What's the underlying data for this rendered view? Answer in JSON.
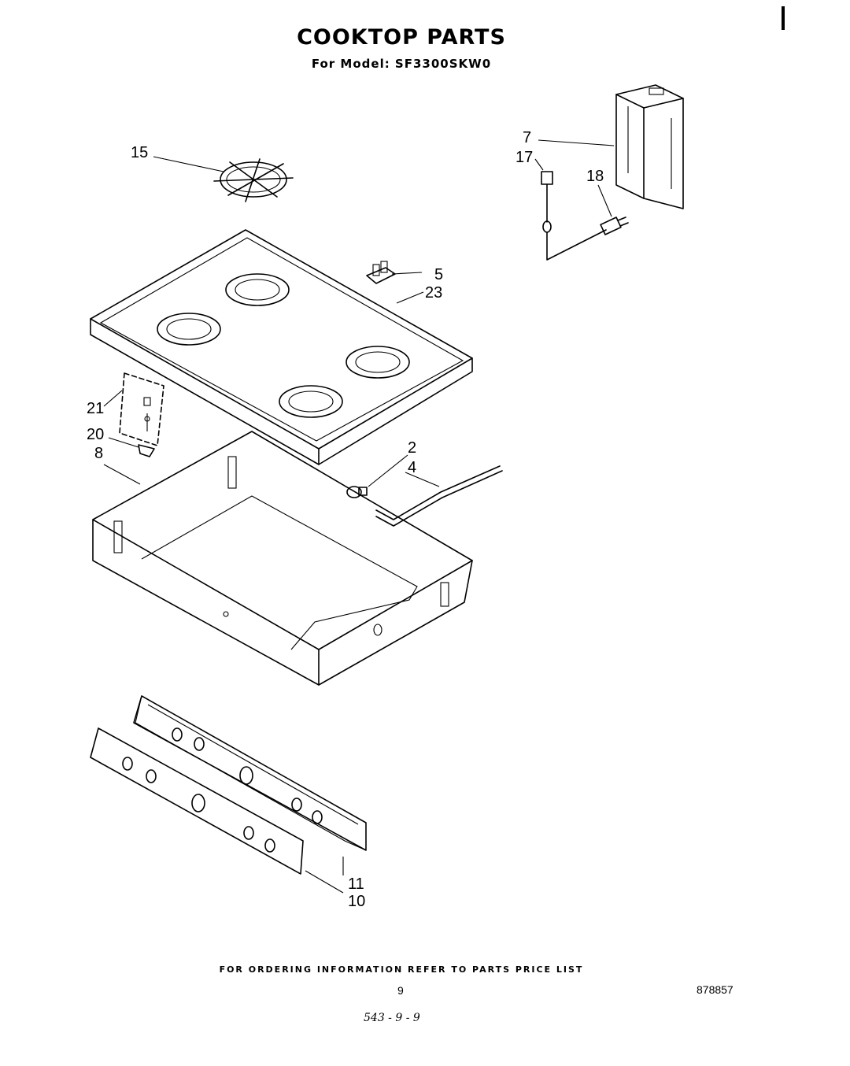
{
  "title": "COOKTOP PARTS",
  "subtitle": "For Model: SF3300SKW0",
  "callouts": {
    "p15": "15",
    "p7": "7",
    "p17": "17",
    "p18": "18",
    "p5": "5",
    "p23": "23",
    "p21": "21",
    "p20": "20",
    "p8": "8",
    "p2": "2",
    "p4": "4",
    "p11": "11",
    "p10": "10"
  },
  "footer": "FOR ORDERING INFORMATION REFER TO PARTS PRICE LIST",
  "page_number": "9",
  "document_number": "878857",
  "handwritten_note": "543 - 9 - 9"
}
